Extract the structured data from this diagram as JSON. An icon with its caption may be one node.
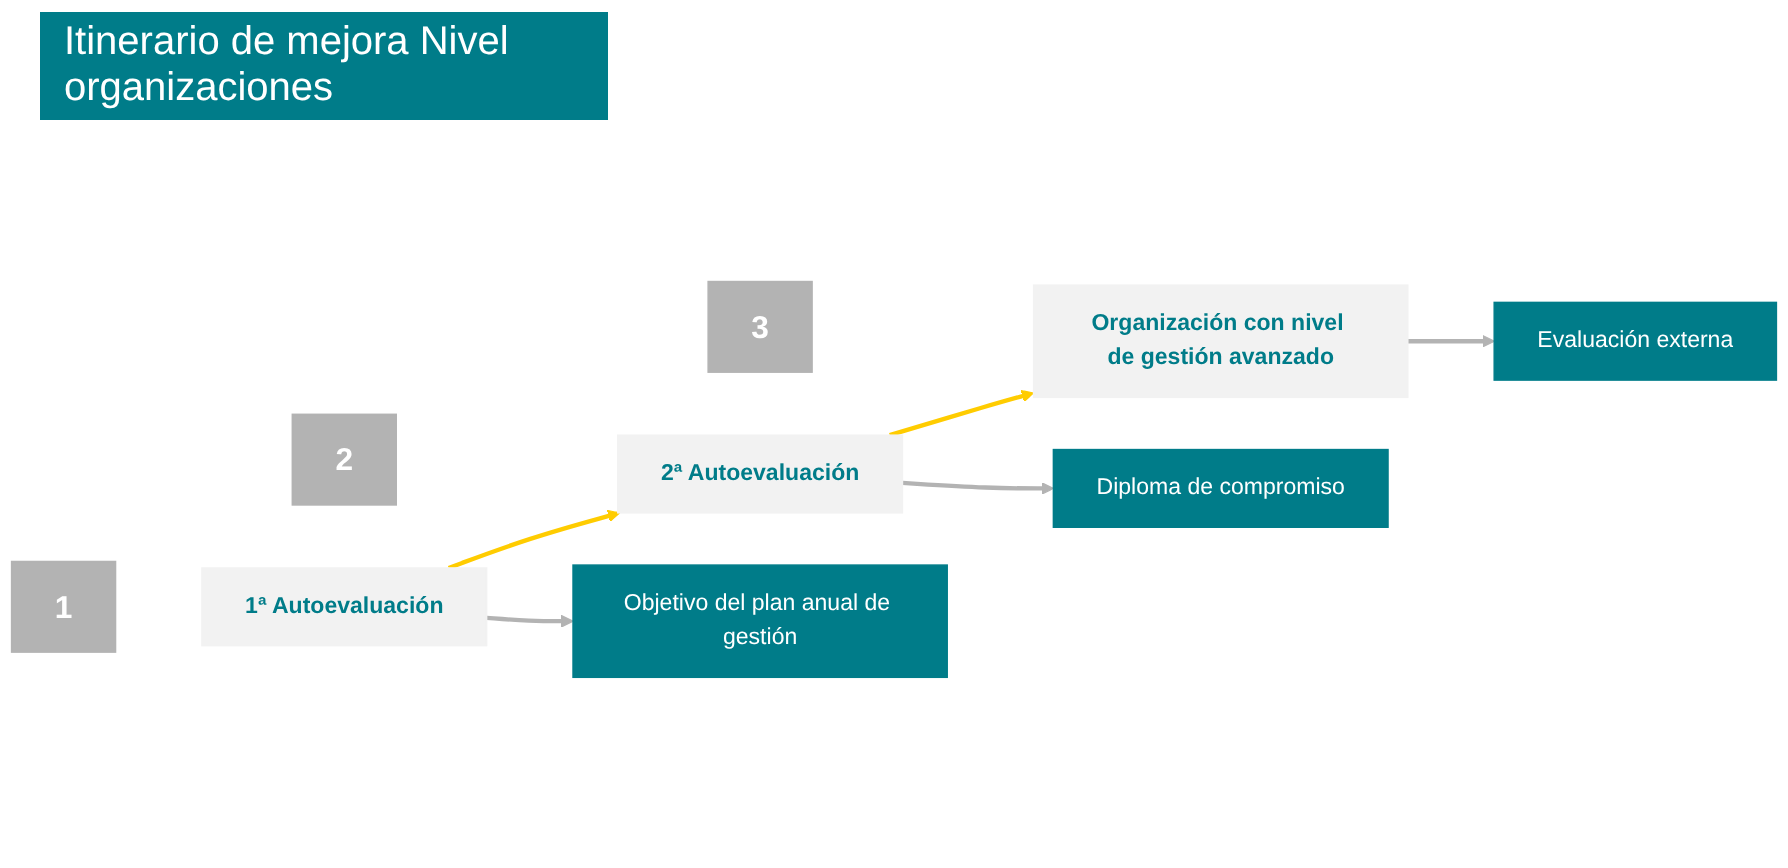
{
  "diagram": {
    "title": "Itinerario de mejora Nivel organizaciones",
    "nodes": [
      {
        "text": [
          "1"
        ]
      },
      {
        "text": [
          "2"
        ]
      },
      {
        "text": [
          "3"
        ]
      },
      {
        "text": [
          "1ª Autoevaluación"
        ]
      },
      {
        "text": [
          "2ª Autoevaluación"
        ]
      },
      {
        "text": [
          "Organización con nivel de gestión avanzado"
        ]
      },
      {
        "text": [
          "Objetivo del plan anual de gestión"
        ]
      },
      {
        "text": [
          "Diploma de compromiso"
        ]
      },
      {
        "text": [
          "Evaluación externa"
        ]
      }
    ],
    "edges": [
      {
        "from": 3,
        "to": 4,
        "arrow": "to",
        "color": "#ffcc00"
      },
      {
        "from": 4,
        "to": 5,
        "arrow": "to",
        "color": "#ffcc00"
      },
      {
        "from": 3,
        "to": 6,
        "arrow": "to"
      },
      {
        "from": 4,
        "to": 7,
        "arrow": "to"
      },
      {
        "from": 5,
        "to": 8,
        "arrow": "to"
      }
    ]
  }
}
